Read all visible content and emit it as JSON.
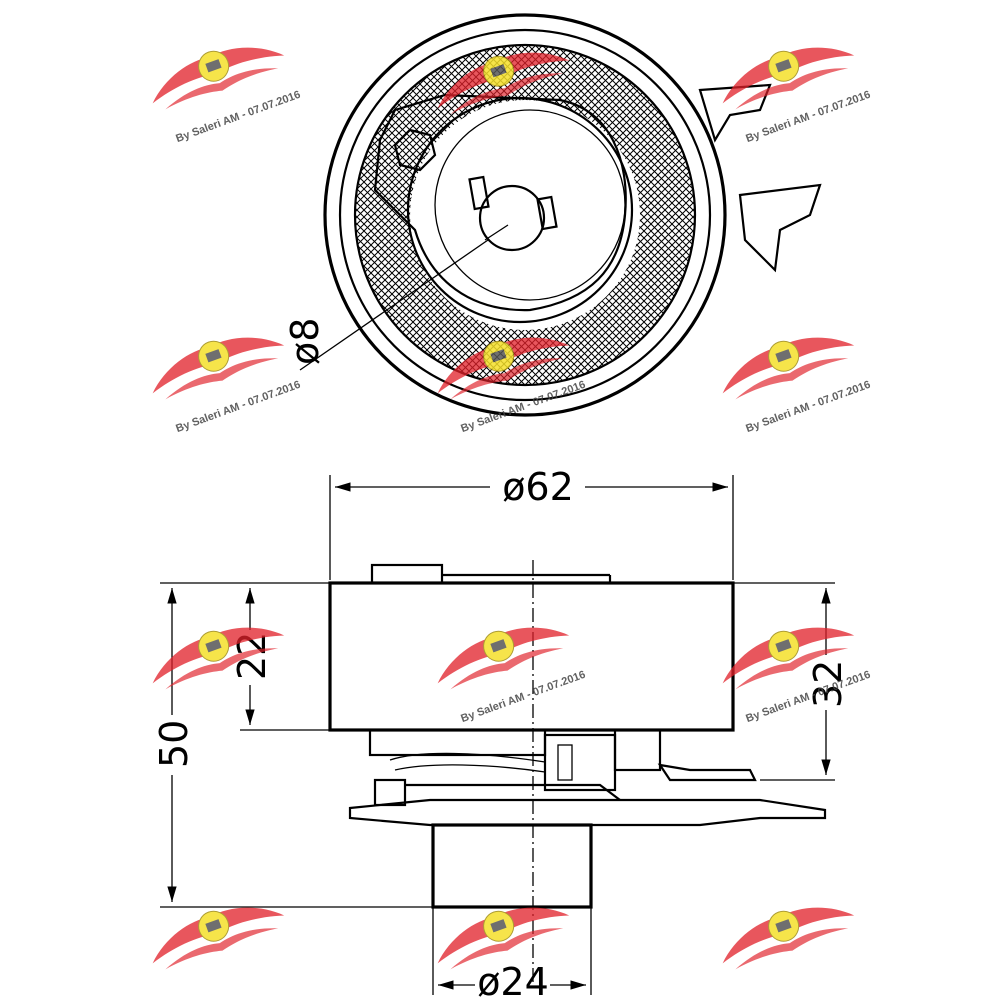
{
  "dimensions": {
    "bore": "ø8",
    "outer_diameter": "ø62",
    "pulley_width": "22",
    "overall_height": "50",
    "offset_height": "32",
    "base_diameter": "ø24"
  },
  "watermark": {
    "text": "By Saleri AM - 07.07.2016",
    "colors": {
      "wing": "#e0212a",
      "badge": "#f5e02a"
    }
  }
}
